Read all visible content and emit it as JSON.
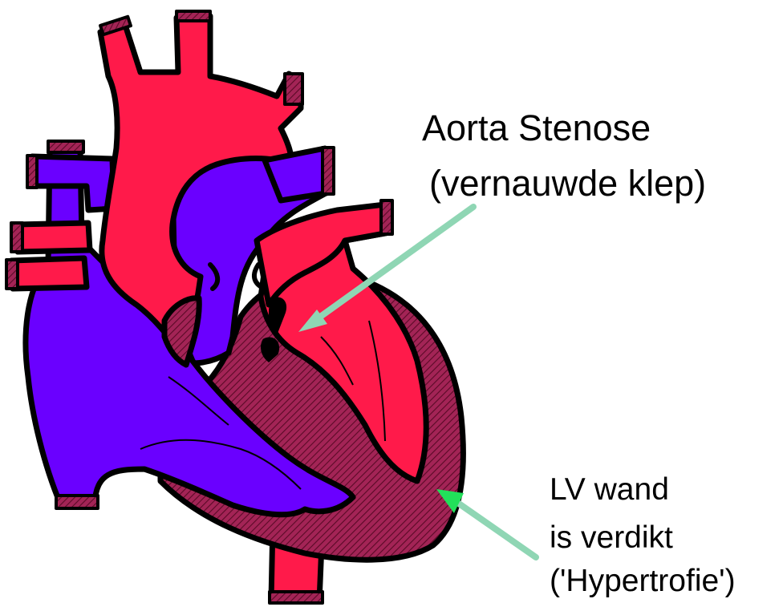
{
  "colors": {
    "oxygenated_red": "#ff1a4a",
    "deoxygenated_purple": "#6a00ff",
    "muscle_hatch": "#9c1f4e",
    "outline": "#000000",
    "arrow_aorta": "#8fd6b4",
    "arrow_lv": "#8fd6b4",
    "arrow_lv_head": "#22e05a"
  },
  "labels": {
    "aorta_line1": "Aorta Stenose",
    "aorta_line2": "(vernauwde klep)",
    "lv_line1": "LV wand",
    "lv_line2": "is verdikt",
    "lv_line3": "('Hypertrofie')"
  }
}
